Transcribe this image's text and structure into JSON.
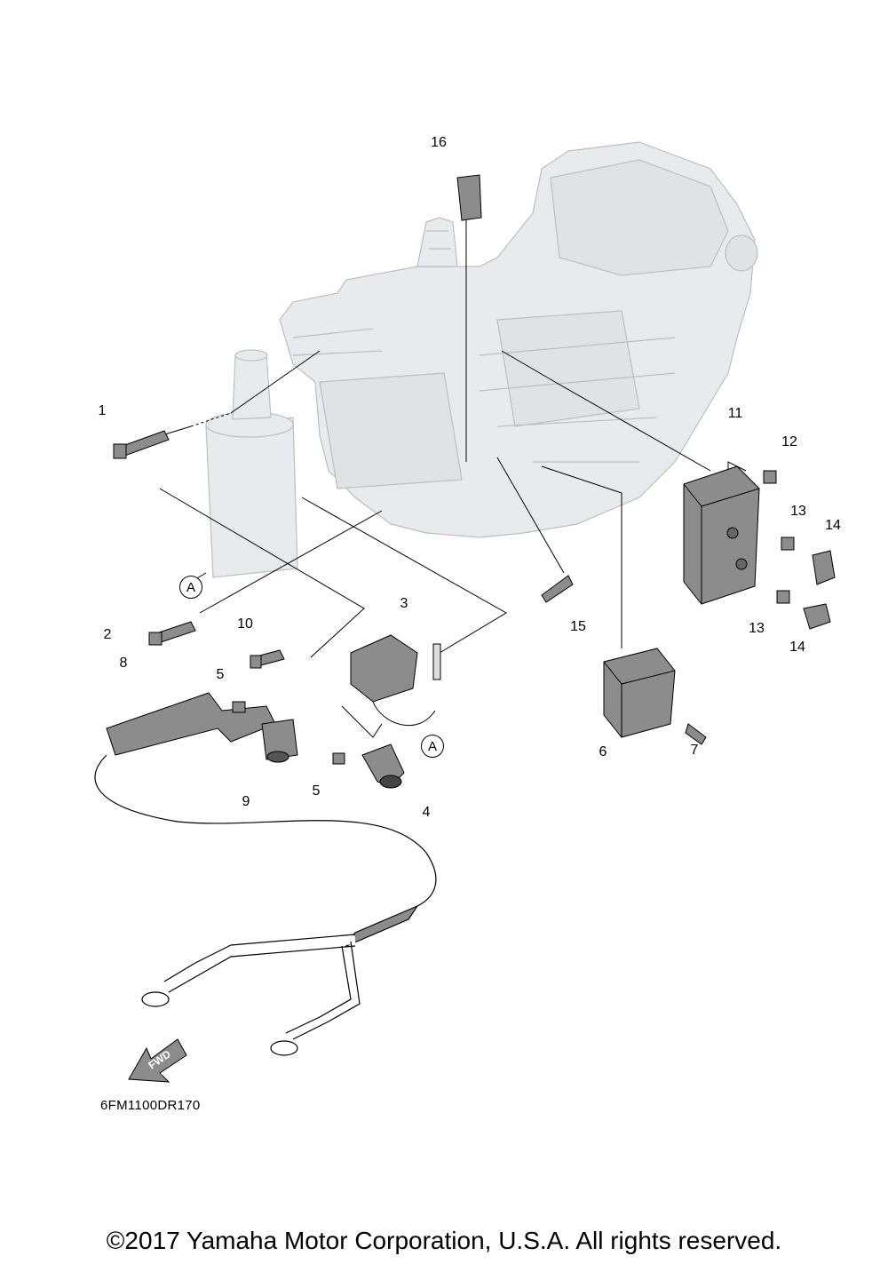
{
  "callouts": {
    "p1": "1",
    "p2": "2",
    "p3": "3",
    "p4": "4",
    "p5a": "5",
    "p5b": "5",
    "p6": "6",
    "p7": "7",
    "p8": "8",
    "p9": "9",
    "p10": "10",
    "p11": "11",
    "p12": "12",
    "p13a": "13",
    "p13b": "13",
    "p14a": "14",
    "p14b": "14",
    "p15": "15",
    "p16": "16"
  },
  "reference_marks": {
    "a1": "A",
    "a2": "A"
  },
  "fwd_label": "FWD",
  "drawing_code": "6FM1100DR170",
  "copyright": "©2017 Yamaha Motor Corporation, U.S.A. All rights reserved.",
  "colors": {
    "engine_ghost": "#dfe3e6",
    "part_fill": "#8a8c8e",
    "line": "#000000"
  }
}
